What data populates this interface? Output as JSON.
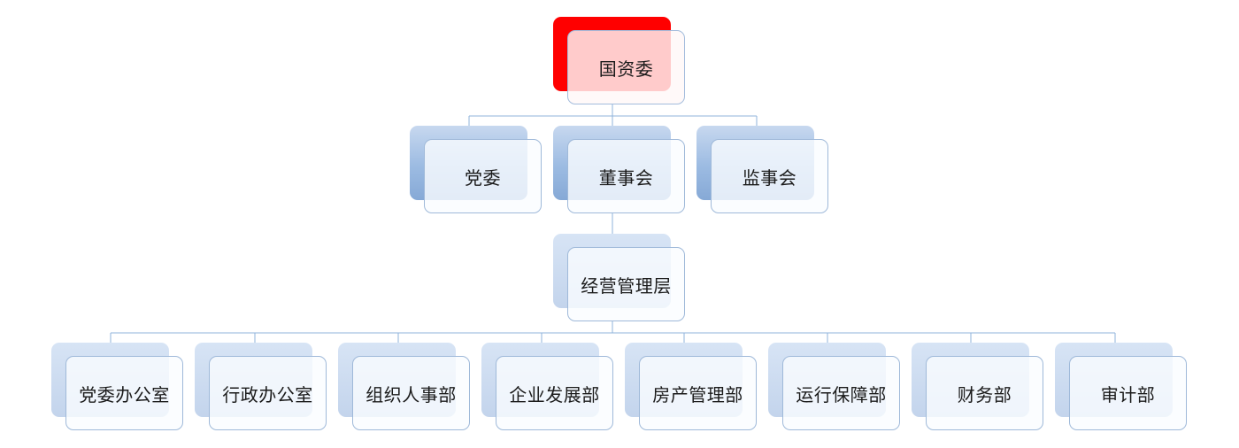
{
  "diagram": {
    "root": {
      "label": "国资委"
    },
    "level2": [
      {
        "label": "党委"
      },
      {
        "label": "董事会"
      },
      {
        "label": "监事会"
      }
    ],
    "management": {
      "label": "经营管理层"
    },
    "departments": [
      {
        "label": "党委办公室"
      },
      {
        "label": "行政办公室"
      },
      {
        "label": "组织人事部"
      },
      {
        "label": "企业发展部"
      },
      {
        "label": "房产管理部"
      },
      {
        "label": "运行保障部"
      },
      {
        "label": "财务部"
      },
      {
        "label": "审计部"
      }
    ]
  },
  "colors": {
    "connector": "#8fb3db",
    "root_accent": "#ff0000",
    "node_gradient_light": "#c7d8ef",
    "node_gradient_dark": "#86a9d6",
    "card_border": "#9fb9d9"
  }
}
